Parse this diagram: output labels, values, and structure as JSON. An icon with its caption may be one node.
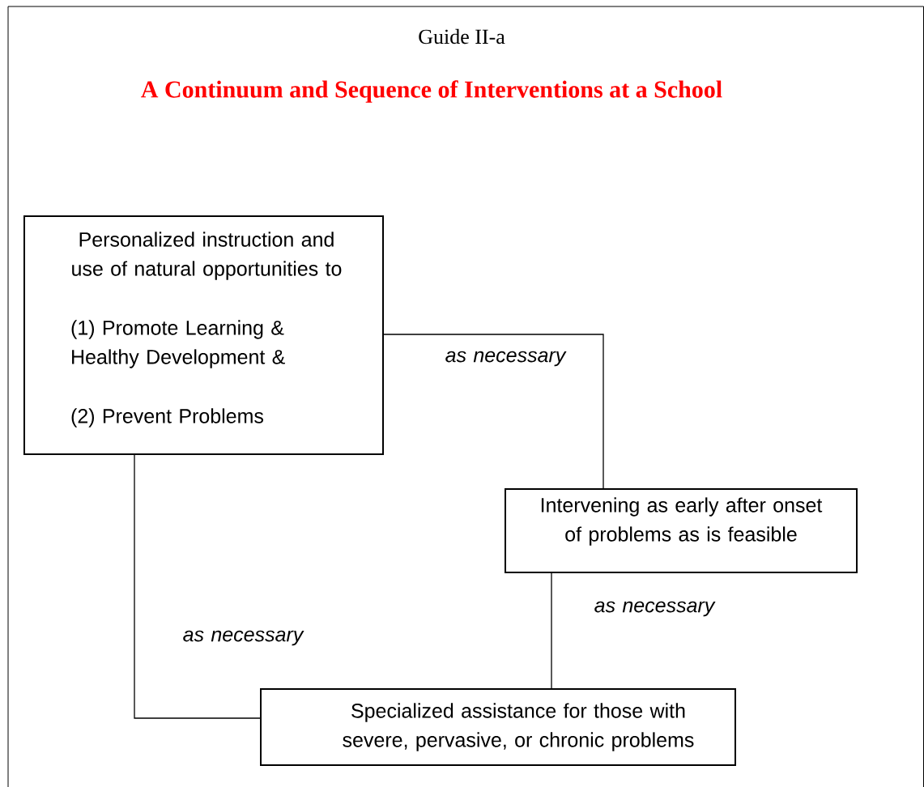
{
  "diagram": {
    "title": "A Continuum and Sequence of Interventions at a School",
    "nodes": [
      {
        "text": [
          "Personalized instruction and use of natural opportunities to",
          "(1) Promote Learning & Healthy Development &",
          "(2) Prevent Problems"
        ]
      },
      {
        "text": [
          "Intervening as early after onset of problems as is feasible"
        ]
      },
      {
        "text": [
          "Specialized assistance for those with severe, pervasive, or chronic problems"
        ]
      }
    ],
    "edges": [
      {
        "from": 0,
        "to": 1,
        "arrow": "none",
        "label": "as necessary"
      },
      {
        "from": 0,
        "to": 2,
        "arrow": "none",
        "label": "as necessary"
      },
      {
        "from": 1,
        "to": 2,
        "arrow": "none",
        "label": "as necessary"
      }
    ],
    "labels": [
      "Guide II-a"
    ]
  }
}
